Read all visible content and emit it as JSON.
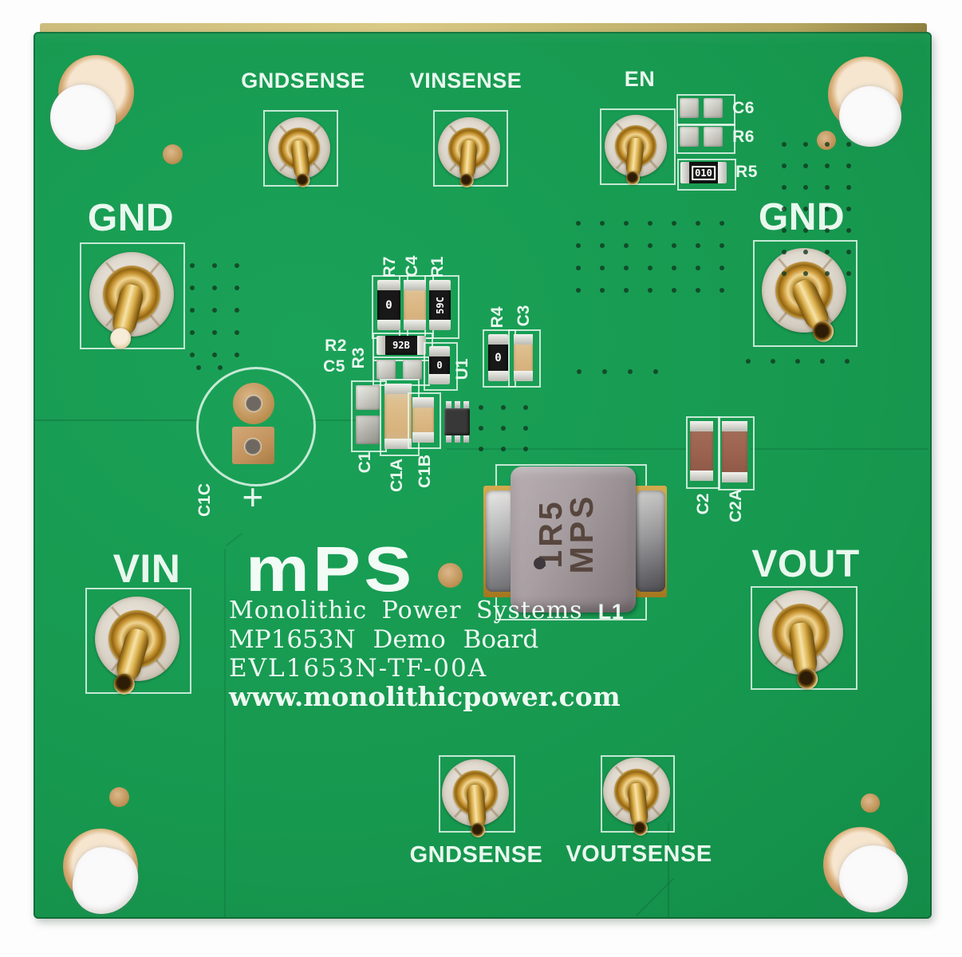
{
  "colors": {
    "board_green": "#17984f",
    "board_edge_tan": "#cdbd7c",
    "silkscreen": "#e9f8ee",
    "gold": "#c8973a",
    "copper": "#c09158",
    "solder_silver": "#d6d6d0",
    "resistor_black": "#181818",
    "capacitor_tan": "#d7b27c",
    "capacitor_brown": "#9c6350",
    "inductor_gray": "#a29a9d",
    "background": "#ffffff"
  },
  "terminals": {
    "gnd_left": "GND",
    "gnd_right": "GND",
    "vin": "VIN",
    "vout": "VOUT"
  },
  "test_points": {
    "gndsense_top": "GNDSENSE",
    "vinsense": "VINSENSE",
    "en": "EN",
    "gndsense_bottom": "GNDSENSE",
    "voutsense": "VOUTSENSE"
  },
  "refdes": {
    "c6": "C6",
    "r6": "R6",
    "r5": "R5",
    "r7": "R7",
    "c4": "C4",
    "r1": "R1",
    "r2": "R2",
    "r3": "R3",
    "c5": "C5",
    "r4": "R4",
    "c3": "C3",
    "u1": "U1",
    "c1": "C1",
    "c1a": "C1A",
    "c1b": "C1B",
    "c1c": "C1C",
    "c2": "C2",
    "c2a": "C2A",
    "l1": "L1"
  },
  "markings": {
    "r5": "010",
    "r1": "59C",
    "r2": "92B",
    "r7": "0",
    "r3": "0",
    "r4": "0",
    "c1c_polarity": "+",
    "l1": [
      "1R5",
      "MPS"
    ]
  },
  "silkscreen_text": {
    "logo": "mPS",
    "company": "Monolithic Power Systems",
    "board_name": "MP1653N Demo Board",
    "part_number": "EVL1653N-TF-00A",
    "website": "www.monolithicpower.com"
  }
}
